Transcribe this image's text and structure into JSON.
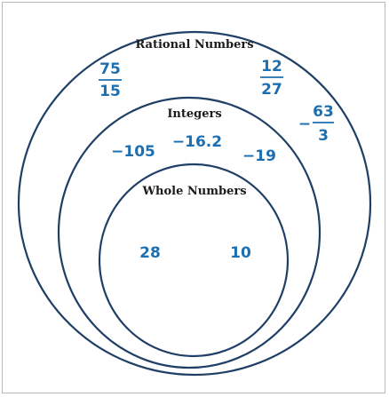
{
  "sets": {
    "rational": {
      "label": "Rational Numbers"
    },
    "integers": {
      "label": "Integers"
    },
    "whole": {
      "label": "Whole Numbers"
    }
  },
  "elements": {
    "frac_75_15": {
      "numerator": "75",
      "denominator": "15"
    },
    "frac_12_27": {
      "numerator": "12",
      "denominator": "27"
    },
    "frac_neg_63_3": {
      "sign": "−",
      "numerator": "63",
      "denominator": "3"
    },
    "neg_105": "−105",
    "neg_16_2": "−16.2",
    "neg_19": "−19",
    "num_28": "28",
    "num_10": "10"
  },
  "colors": {
    "number": "#1e6fb0",
    "circle": "#1f3f66",
    "label": "#1b1b1b"
  }
}
